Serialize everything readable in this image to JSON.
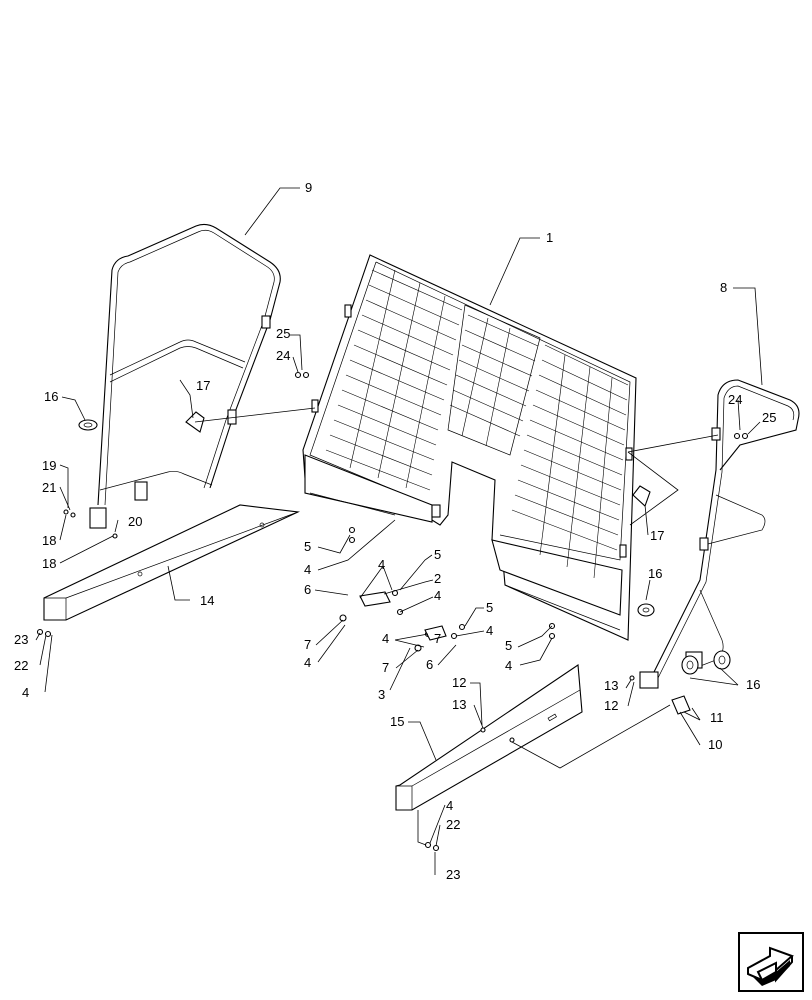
{
  "callouts": [
    {
      "id": "c9",
      "text": "9"
    },
    {
      "id": "c1",
      "text": "1"
    },
    {
      "id": "c8",
      "text": "8"
    },
    {
      "id": "c25a",
      "text": "25"
    },
    {
      "id": "c24a",
      "text": "24"
    },
    {
      "id": "c17a",
      "text": "17"
    },
    {
      "id": "c16a",
      "text": "16"
    },
    {
      "id": "c19",
      "text": "19"
    },
    {
      "id": "c21",
      "text": "21"
    },
    {
      "id": "c18a",
      "text": "18"
    },
    {
      "id": "c20",
      "text": "20"
    },
    {
      "id": "c18b",
      "text": "18"
    },
    {
      "id": "c14",
      "text": "14"
    },
    {
      "id": "c23a",
      "text": "23"
    },
    {
      "id": "c22a",
      "text": "22"
    },
    {
      "id": "c4a",
      "text": "4"
    },
    {
      "id": "c5a",
      "text": "5"
    },
    {
      "id": "c4b",
      "text": "4"
    },
    {
      "id": "c5b",
      "text": "5"
    },
    {
      "id": "c4c",
      "text": "4"
    },
    {
      "id": "c2",
      "text": "2"
    },
    {
      "id": "c6a",
      "text": "6"
    },
    {
      "id": "c4d",
      "text": "4"
    },
    {
      "id": "c7a",
      "text": "7"
    },
    {
      "id": "c4e",
      "text": "4"
    },
    {
      "id": "c5c",
      "text": "5"
    },
    {
      "id": "c7b",
      "text": "7"
    },
    {
      "id": "c4f",
      "text": "4"
    },
    {
      "id": "c4g",
      "text": "4"
    },
    {
      "id": "c7c",
      "text": "7"
    },
    {
      "id": "c6b",
      "text": "6"
    },
    {
      "id": "c3",
      "text": "3"
    },
    {
      "id": "c5d",
      "text": "5"
    },
    {
      "id": "c4h",
      "text": "4"
    },
    {
      "id": "c24b",
      "text": "24"
    },
    {
      "id": "c25b",
      "text": "25"
    },
    {
      "id": "c17b",
      "text": "17"
    },
    {
      "id": "c16b",
      "text": "16"
    },
    {
      "id": "c16c",
      "text": "16"
    },
    {
      "id": "c13a",
      "text": "13"
    },
    {
      "id": "c12a",
      "text": "12"
    },
    {
      "id": "c11",
      "text": "11"
    },
    {
      "id": "c10",
      "text": "10"
    },
    {
      "id": "c12b",
      "text": "12"
    },
    {
      "id": "c13b",
      "text": "13"
    },
    {
      "id": "c15",
      "text": "15"
    },
    {
      "id": "c4i",
      "text": "4"
    },
    {
      "id": "c22b",
      "text": "22"
    },
    {
      "id": "c23b",
      "text": "23"
    }
  ],
  "icons": {
    "nav": "next-page-arrow-icon"
  }
}
